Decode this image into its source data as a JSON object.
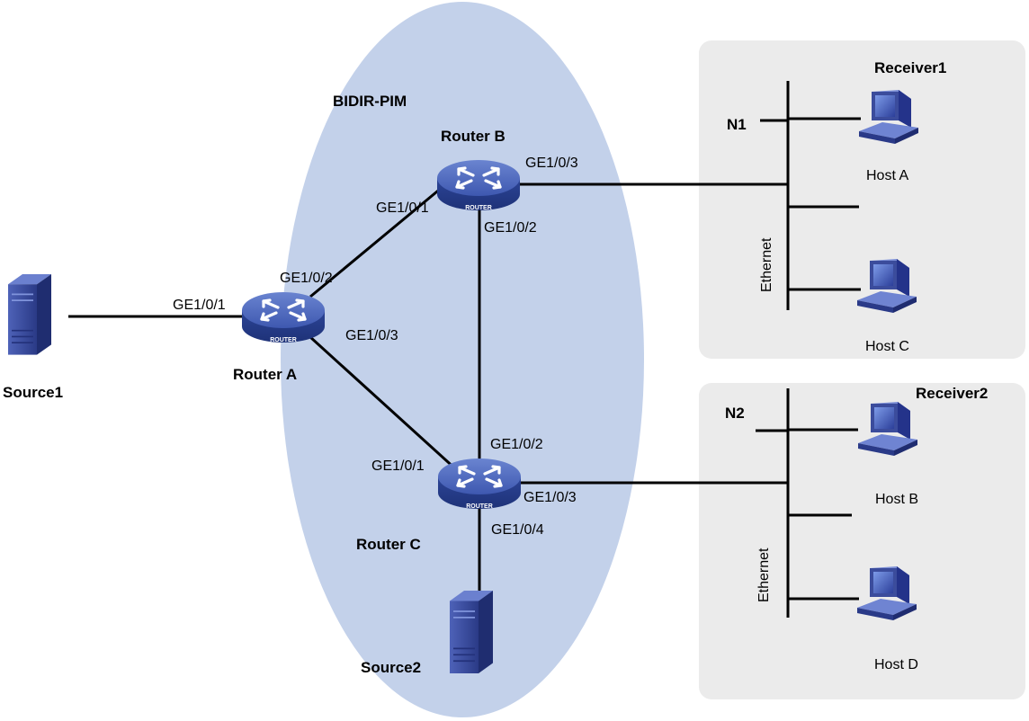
{
  "title": "BIDIR-PIM",
  "colors": {
    "domain_fill": "#c3d1ea",
    "receiver_area_fill": "#ebebeb",
    "router_blue": "#3e58b0",
    "device_blue": "#3b4c9c"
  },
  "routers": {
    "a": {
      "name": "Router A",
      "badge": "ROUTER"
    },
    "b": {
      "name": "Router B",
      "badge": "ROUTER"
    },
    "c": {
      "name": "Router C",
      "badge": "ROUTER"
    }
  },
  "sources": {
    "source1": "Source1",
    "source2": "Source2"
  },
  "interfaces": {
    "a_ge1": "GE1/0/1",
    "a_ge2": "GE1/0/2",
    "a_ge3": "GE1/0/3",
    "b_ge1": "GE1/0/1",
    "b_ge2": "GE1/0/2",
    "b_ge3": "GE1/0/3",
    "c_ge1": "GE1/0/1",
    "c_ge2": "GE1/0/2",
    "c_ge3": "GE1/0/3",
    "c_ge4": "GE1/0/4"
  },
  "receiver1": {
    "title": "Receiver1",
    "network": "N1",
    "medium": "Ethernet",
    "host_top": "Host A",
    "host_bottom": "Host C"
  },
  "receiver2": {
    "title": "Receiver2",
    "network": "N2",
    "medium": "Ethernet",
    "host_top": "Host B",
    "host_bottom": "Host D"
  }
}
